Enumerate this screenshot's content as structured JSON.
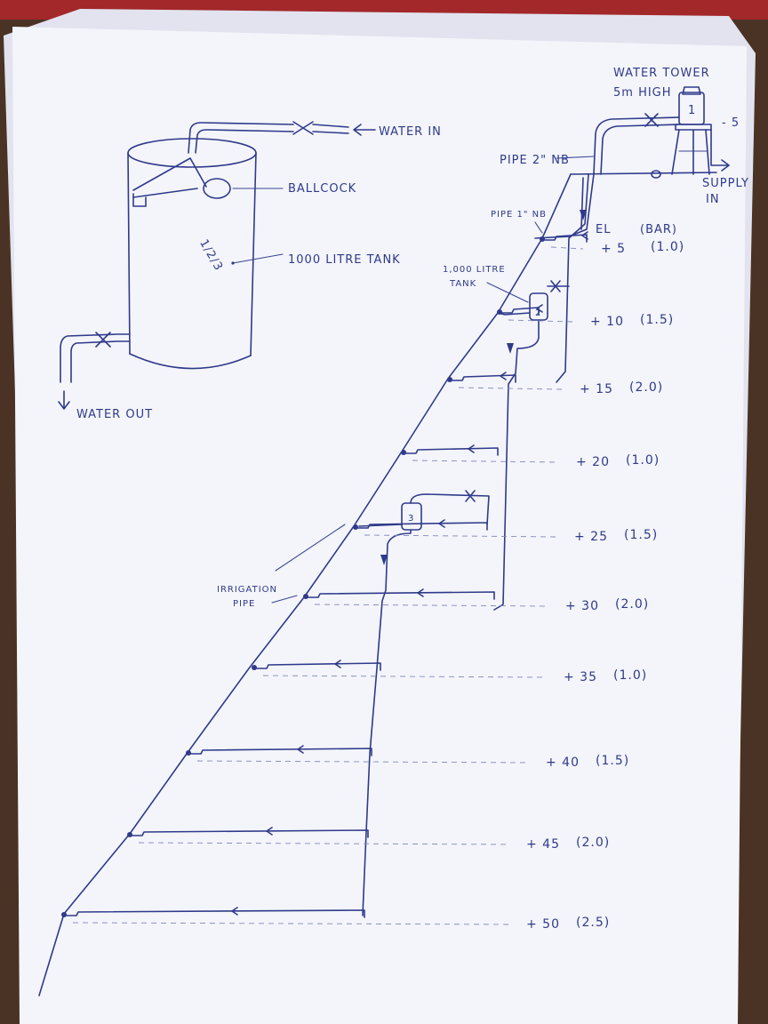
{
  "tower": {
    "title_line1": "WATER TOWER",
    "title_line2": "5m HIGH",
    "tank_number": "1",
    "elevation": "- 5",
    "supply_line1": "SUPPLY",
    "supply_line2": "IN"
  },
  "detail": {
    "water_in": "WATER IN",
    "ballcock": "BALLCOCK",
    "tank_label": "1000 LITRE TANK",
    "tank_numbers": "1/2/3",
    "water_out": "WATER OUT"
  },
  "pipes": {
    "main": "PIPE 2\" NB",
    "branch": "PIPE 1\" NB",
    "irrigation_line1": "IRRIGATION",
    "irrigation_line2": "PIPE",
    "mid_tank_line1": "1,000 LITRE",
    "mid_tank_line2": "TANK",
    "mid_tank_number": "2",
    "low_tank_number": "3"
  },
  "legend": {
    "el": "EL",
    "bar": "(BAR)"
  },
  "levels": [
    {
      "el": "+ 5",
      "bar": "(1.0)"
    },
    {
      "el": "+ 10",
      "bar": "(1.5)"
    },
    {
      "el": "+ 15",
      "bar": "(2.0)"
    },
    {
      "el": "+ 20",
      "bar": "(1.0)"
    },
    {
      "el": "+ 25",
      "bar": "(1.5)"
    },
    {
      "el": "+ 30",
      "bar": "(2.0)"
    },
    {
      "el": "+ 35",
      "bar": "(1.0)"
    },
    {
      "el": "+ 40",
      "bar": "(1.5)"
    },
    {
      "el": "+ 45",
      "bar": "(2.0)"
    },
    {
      "el": "+ 50",
      "bar": "(2.5)"
    }
  ],
  "colors": {
    "ink": "#2f3a8a",
    "paper": "#f4f5fb",
    "background": "#3a2a20"
  }
}
